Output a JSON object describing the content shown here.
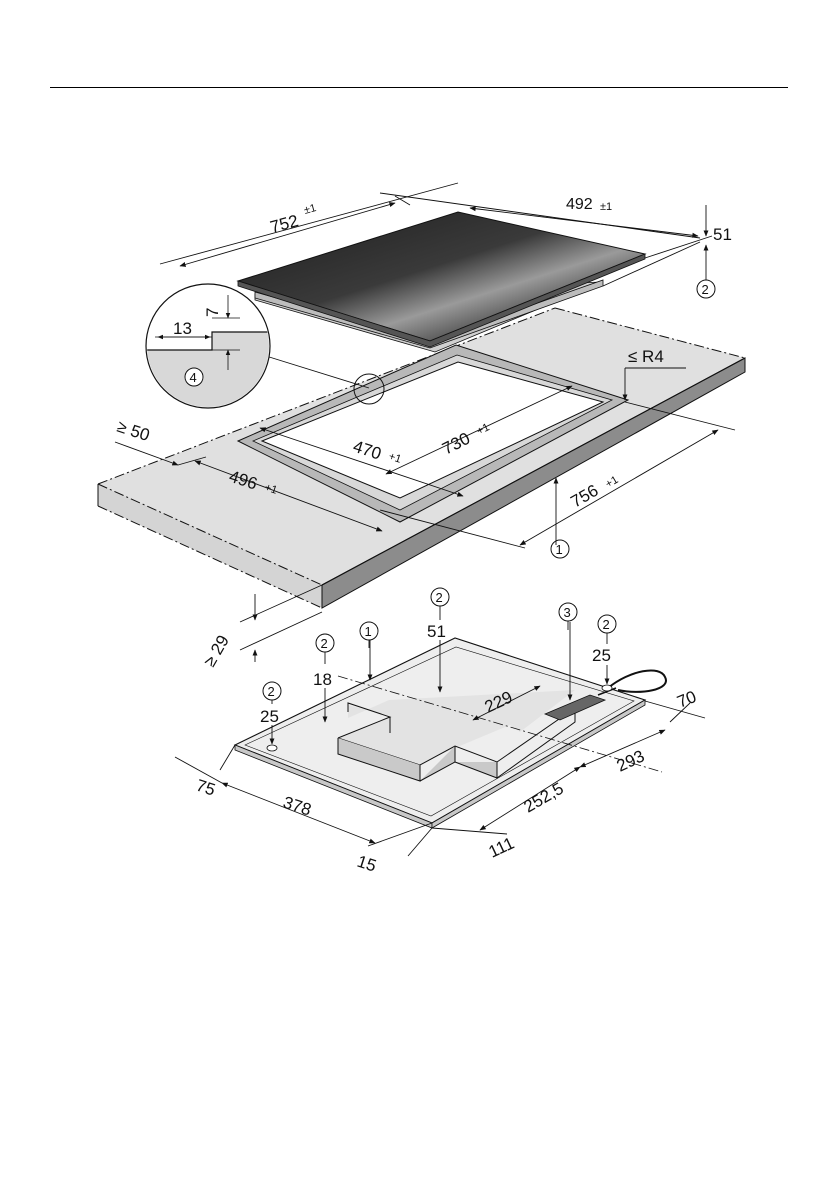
{
  "colors": {
    "glass_dark": "#2e2e2e",
    "glass_light": "#8a8a8a",
    "counter_top": "#e0e0e0",
    "counter_edge": "#8c8c8c",
    "underside": "#e6e6e6",
    "line": "#111111"
  },
  "top_view": {
    "width_label": "752",
    "width_tol": "±1",
    "depth_label": "492",
    "depth_tol": "±1",
    "height_label": "51"
  },
  "cutout": {
    "inner_depth_label": "470",
    "inner_depth_tol": "+1",
    "inner_width_label": "730",
    "inner_width_tol": "+1",
    "outer_depth_label": "496",
    "outer_depth_tol": "+1",
    "outer_width_label": "756",
    "outer_width_tol": "+1",
    "edge_min_label": "≥ 50",
    "radius_label": "≤ R4",
    "thickness_min_label": "≥ 29"
  },
  "detail": {
    "rebate_width_label": "13",
    "rebate_depth_label": "7"
  },
  "underside": {
    "depth_51": "51",
    "depth_18": "18",
    "depth_25_left": "25",
    "depth_25_right": "25",
    "dim_229": "229",
    "dim_70": "70",
    "dim_293": "293",
    "dim_252_5": "252,5",
    "dim_111": "111",
    "dim_378": "378",
    "dim_75": "75",
    "dim_15": "15"
  },
  "callouts": {
    "one": "1",
    "two": "2",
    "three": "3",
    "four": "4"
  }
}
